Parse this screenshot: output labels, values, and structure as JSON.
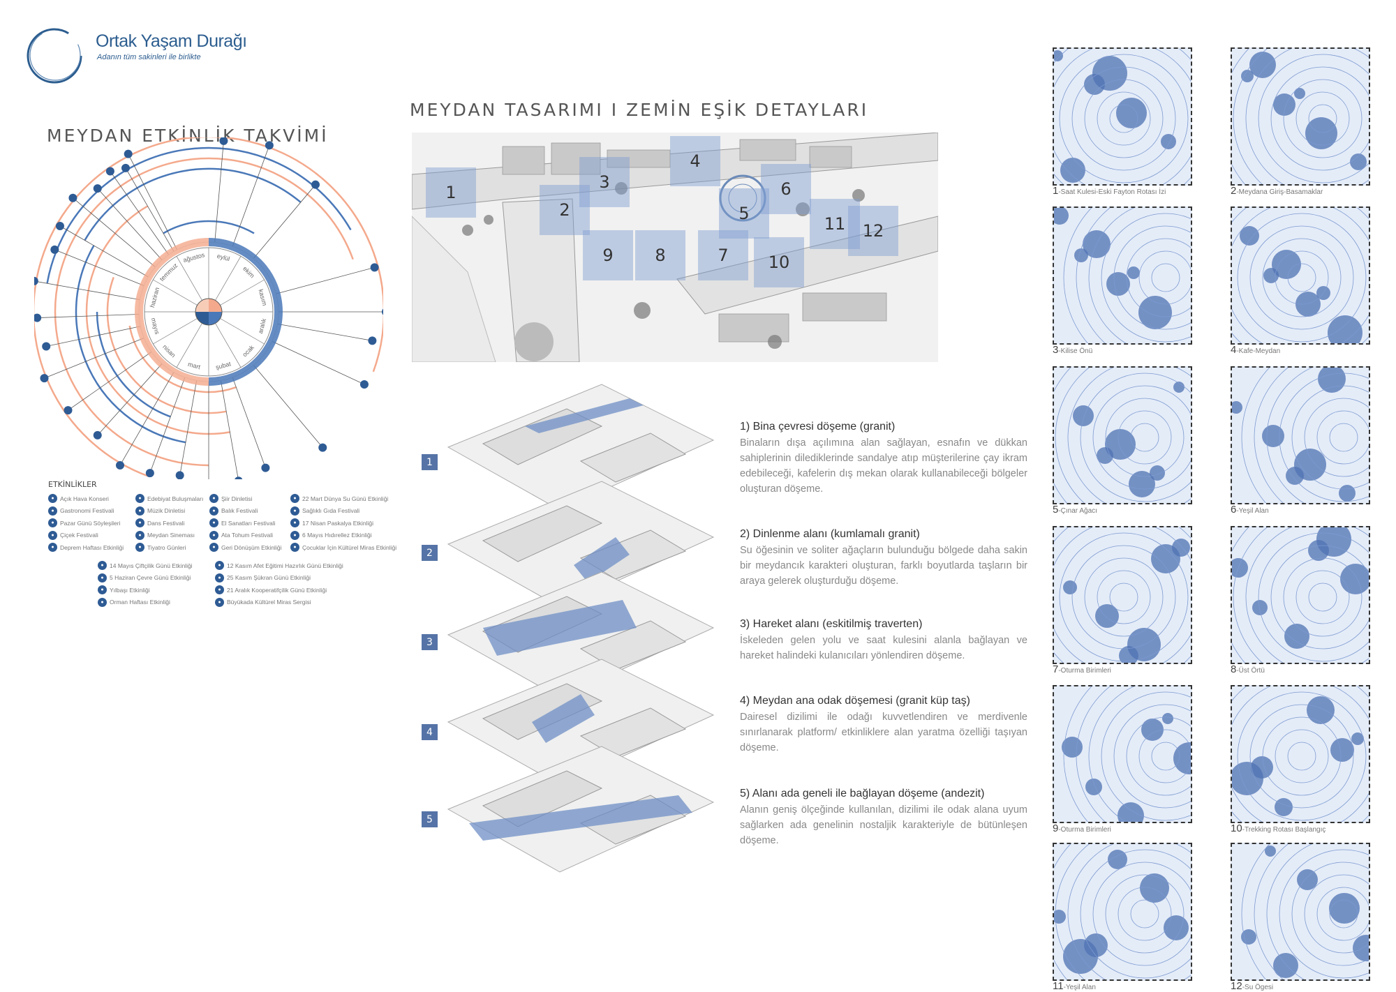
{
  "logo": {
    "title": "Ortak Yaşam Durağı",
    "subtitle": "Adanın tüm sakinleri ile birlikte"
  },
  "calendar": {
    "title": "MEYDAN ETKİNLİK TAKVİMİ",
    "months": [
      "ağustos",
      "eylül",
      "ekim",
      "kasım",
      "aralık",
      "ocak",
      "şubat",
      "mart",
      "nisan",
      "mayıs",
      "haziran",
      "temmuz"
    ],
    "colors": {
      "summer": "#f4a98c",
      "winter": "#4a78b8"
    }
  },
  "legend": {
    "title": "ETKİNLİKLER",
    "columns": [
      [
        "Açık Hava Konseri",
        "Gastronomi Festivali",
        "Pazar Günü Söyleşileri",
        "Çiçek Festivali",
        "Deprem Haftası Etkinliği"
      ],
      [
        "Edebiyat Buluşmaları",
        "Müzik Dinletisi",
        "Dans Festivali",
        "Meydan Sineması",
        "Tiyatro Günleri"
      ],
      [
        "Şiir Dinletisi",
        "Balık Festivali",
        "El Sanatları Festivali",
        "Ata Tohum Festivali",
        "Geri Dönüşüm Etkinliği"
      ],
      [
        "22 Mart Dünya Su Günü Etkinliği",
        "Sağlıklı Gıda Festivali",
        "17 Nisan Paskalya Etkinliği",
        "6 Mayıs Hıdırellez Etkinliği",
        "Çocuklar İçin Kültürel Miras Etkinliği"
      ],
      [
        "14 Mayıs Çiftçilik Günü Etkinliği",
        "5 Haziran Çevre Günü Etkinliği",
        "Yılbaşı Etkinliği",
        "Orman Haftası Etkinliği"
      ],
      [
        "12 Kasım Afet Eğitimi Hazırlık Günü Etkinliği",
        "25 Kasım Şükran Günü Etkinliği",
        "21 Aralık Kooperatifçilik Günü Etkinliği",
        "Büyükada Kültürel Miras Sergisi"
      ]
    ]
  },
  "design": {
    "title": "MEYDAN TASARIMI I ZEMİN EŞİK DETAYLARI",
    "plan_zones": [
      "1",
      "2",
      "3",
      "4",
      "5",
      "6",
      "7",
      "8",
      "9",
      "10",
      "11",
      "12"
    ],
    "layers": [
      "1",
      "2",
      "3",
      "4",
      "5"
    ],
    "descriptions": [
      {
        "title": "1) Bina çevresi döşeme (granit)",
        "text": "Binaların dışa açılımına alan sağlayan, esnafın ve dükkan sahiplerinin dilediklerinde sandalye atıp müşterilerine çay ikram edebileceği, kafelerin dış mekan olarak kullanabileceği bölgeler oluşturan döşeme."
      },
      {
        "title": "2) Dinlenme alanı (kumlamalı granit)",
        "text": "Su öğesinin ve soliter ağaçların bulunduğu bölgede daha sakin bir meydancık karakteri oluşturan, farklı boyutlarda taşların bir araya gelerek oluşturduğu döşeme."
      },
      {
        "title": "3) Hareket alanı (eskitilmiş traverten)",
        "text": "İskeleden gelen yolu ve saat kulesini alanla bağlayan ve hareket halindeki kulanıcıları yönlendiren döşeme."
      },
      {
        "title": "4) Meydan ana odak döşemesi (granit küp taş)",
        "text": "Dairesel dizilimi ile odağı kuvvetlendiren ve merdivenle sınırlanarak platform/ etkinliklere alan yaratma özelliği taşıyan döşeme."
      },
      {
        "title": "5) Alanı ada geneli ile bağlayan döşeme (andezit)",
        "text": "Alanın geniş ölçeğinde kullanılan, dizilimi ile odak alana uyum sağlarken ada genelinin nostaljik karakteriyle de bütünleşen döşeme."
      }
    ]
  },
  "details": [
    {
      "num": "1",
      "label": "-Saat Kulesi-Eski Fayton Rotası İzi"
    },
    {
      "num": "2",
      "label": "-Meydana Giriş-Basamaklar"
    },
    {
      "num": "3",
      "label": "-Kilise Önü"
    },
    {
      "num": "4",
      "label": "-Kafe-Meydan"
    },
    {
      "num": "5",
      "label": "-Çınar Ağacı"
    },
    {
      "num": "6",
      "label": "-Yeşil Alan"
    },
    {
      "num": "7",
      "label": "-Oturma Birimleri"
    },
    {
      "num": "8",
      "label": "-Üst Örtü"
    },
    {
      "num": "9",
      "label": "-Oturma Birimleri"
    },
    {
      "num": "10",
      "label": "-Trekking Rotası Başlangıç"
    },
    {
      "num": "11",
      "label": "-Yeşil Alan"
    },
    {
      "num": "12",
      "label": "-Su Ögesi"
    }
  ]
}
